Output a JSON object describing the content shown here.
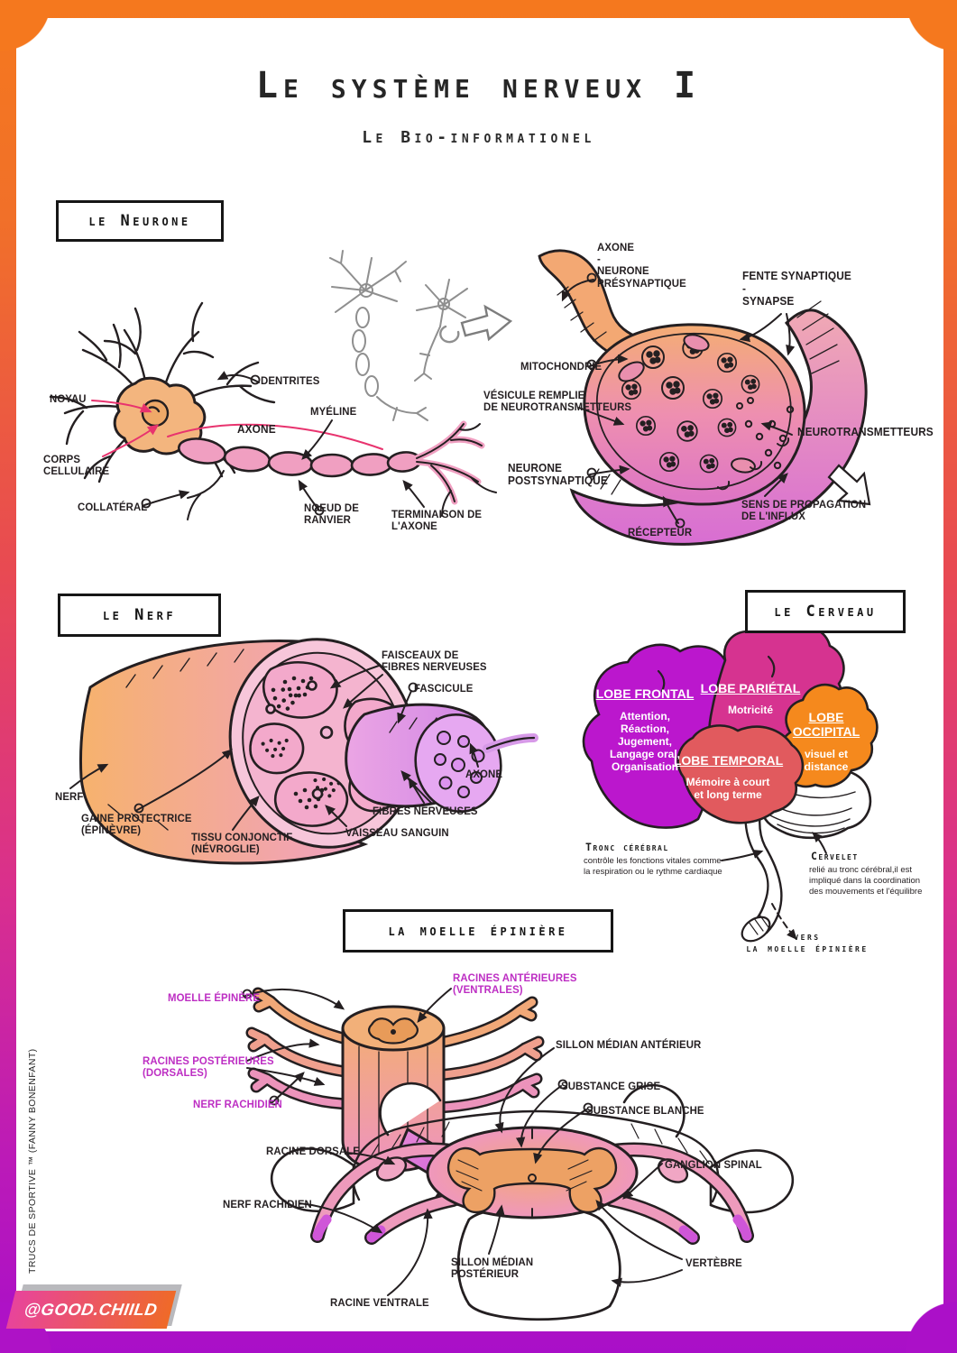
{
  "poster": {
    "title": "Le système nerveux I",
    "subtitle": "Le Bio-informationel",
    "credit": "TRUCS DE SPORTIVE ™ (FANNY BONENFANT)",
    "badge": "@GOOD.CHIILD",
    "colors": {
      "frame_top": "#f5781e",
      "frame_bottom": "#a90fc8",
      "label_magenta": "#bd2ec3",
      "accent_red": "#e8336e"
    }
  },
  "neurone": {
    "heading": "le Neurone",
    "labels": {
      "noyau": "NOYAU",
      "dentrites": "DENTRITES",
      "corps": "CORPS\nCELLULAIRE",
      "collateral": "COLLATÉRAL",
      "axone": "AXONE",
      "myeline": "MYÉLINE",
      "noeud": "NOEUD DE\nRANVIER",
      "terminaison": "TERMINAISON DE\nL'AXONE"
    }
  },
  "synapse": {
    "labels": {
      "axone_pre": "AXONE\n-\nNEURONE\nPRÉSYNAPTIQUE",
      "fente": "FENTE SYNAPTIQUE\n-\nSYNAPSE",
      "mitochondrie": "MITOCHONDRIE",
      "vesicule": "VÉSICULE REMPLIE\nDE NEUROTRANSMETTEURS",
      "neurotransmetteurs": "NEUROTRANSMETTEURS",
      "postsynaptique": "NEURONE\nPOSTSYNAPTIQUE",
      "recepteur": "RÉCEPTEUR",
      "sens": "SENS DE PROPAGATION\nDE L'INFLUX"
    }
  },
  "nerf": {
    "heading": "le Nerf",
    "labels": {
      "faisceaux": "FAISCEAUX DE\nFIBRES NERVEUSES",
      "fascicule": "FASCICULE",
      "axone": "AXONE",
      "fibres": "FIBRES NERVEUSES",
      "vaisseau": "VAISSEAU SANGUIN",
      "tissu": "TISSU CONJONCTIF\n(NÉVROGLIE)",
      "gaine": "GAINE PROTECTRICE\n(ÉPINÈVRE)",
      "nerf": "NERF"
    }
  },
  "cerveau": {
    "heading": "le Cerveau",
    "lobes": {
      "frontal": {
        "title": "LOBE FRONTAL",
        "desc": "Attention,\nRéaction,\nJugement,\nLangage oral,\nOrganisation",
        "color": "#bb17cd"
      },
      "parietal": {
        "title": "LOBE PARIÉTAL",
        "desc": "Motricité",
        "color": "#d63390"
      },
      "temporal": {
        "title": "LOBE TEMPORAL",
        "desc": "Mémoire à court\net long terme",
        "color": "#e15a5e"
      },
      "occipital": {
        "title": "LOBE\nOCCIPITAL",
        "desc": "visuel et\ndistance",
        "color": "#f5891d"
      }
    },
    "tronc": {
      "title": "Tronc cérébral",
      "desc": "contrôle les fonctions vitales comme\nla respiration ou le rythme cardiaque"
    },
    "cervelet": {
      "title": "Cervelet",
      "desc": "relié au tronc cérébral,il est\nimpliqué dans la coordination\ndes mouvements et l'équilibre"
    },
    "vers": "vers\nla moelle épinière"
  },
  "moelle": {
    "heading": "la moelle épinière",
    "labels": {
      "moelle_epinere": "MOELLE ÉPINÈRE",
      "racines_anterieures": "RACINES ANTÉRIEURES\n(VENTRALES)",
      "racines_posterieures": "RACINES POSTÉRIEURES\n(DORSALES)",
      "nerf_rachidien_haut": "NERF RACHIDIEN",
      "sillon_median_anterieur": "SILLON MÉDIAN ANTÉRIEUR",
      "substance_grise": "SUBSTANCE GRISE",
      "substance_blanche": "SUBSTANCE BLANCHE",
      "ganglion_spinal": "GANGLION SPINAL",
      "racine_dorsale": "RACINE DORSALE",
      "nerf_rachidien_bas": "NERF RACHIDIEN",
      "sillon_median_posterieur": "SILLON MÉDIAN\nPOSTÉRIEUR",
      "racine_ventrale": "RACINE VENTRALE",
      "vertebre": "VERTÈBRE"
    }
  }
}
